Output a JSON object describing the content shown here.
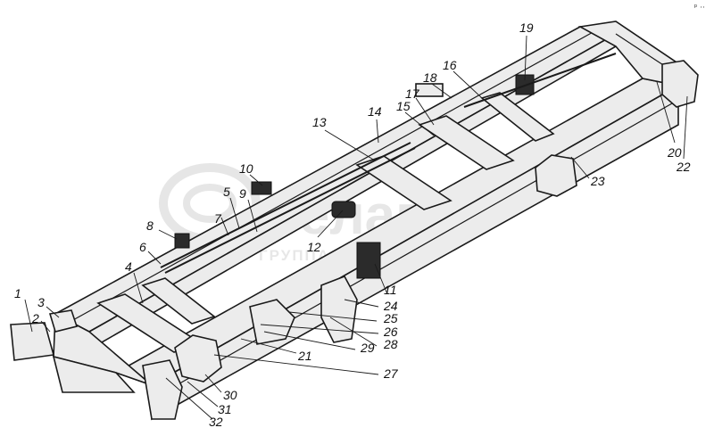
{
  "watermark": {
    "brand": "Селагро",
    "tagline": "ГРУППА КОМПАНИЙ"
  },
  "corner_mark": "ᵖ ··",
  "callouts": [
    {
      "id": "1",
      "text": "1"
    },
    {
      "id": "2",
      "text": "2"
    },
    {
      "id": "3",
      "text": "3"
    },
    {
      "id": "4",
      "text": "4"
    },
    {
      "id": "5",
      "text": "5"
    },
    {
      "id": "6",
      "text": "6"
    },
    {
      "id": "7",
      "text": "7"
    },
    {
      "id": "8",
      "text": "8"
    },
    {
      "id": "9",
      "text": "9"
    },
    {
      "id": "10",
      "text": "10"
    },
    {
      "id": "11",
      "text": "11"
    },
    {
      "id": "12",
      "text": "12"
    },
    {
      "id": "13",
      "text": "13"
    },
    {
      "id": "14",
      "text": "14"
    },
    {
      "id": "15",
      "text": "15"
    },
    {
      "id": "16",
      "text": "16"
    },
    {
      "id": "17",
      "text": "17"
    },
    {
      "id": "18",
      "text": "18"
    },
    {
      "id": "19",
      "text": "19"
    },
    {
      "id": "20",
      "text": "20"
    },
    {
      "id": "21",
      "text": "21"
    },
    {
      "id": "22",
      "text": "22"
    },
    {
      "id": "23",
      "text": "23"
    },
    {
      "id": "24",
      "text": "24"
    },
    {
      "id": "25",
      "text": "25"
    },
    {
      "id": "26",
      "text": "26"
    },
    {
      "id": "27",
      "text": "27"
    },
    {
      "id": "28",
      "text": "28"
    },
    {
      "id": "29",
      "text": "29"
    },
    {
      "id": "30",
      "text": "30"
    },
    {
      "id": "31",
      "text": "31"
    },
    {
      "id": "32",
      "text": "32"
    }
  ]
}
